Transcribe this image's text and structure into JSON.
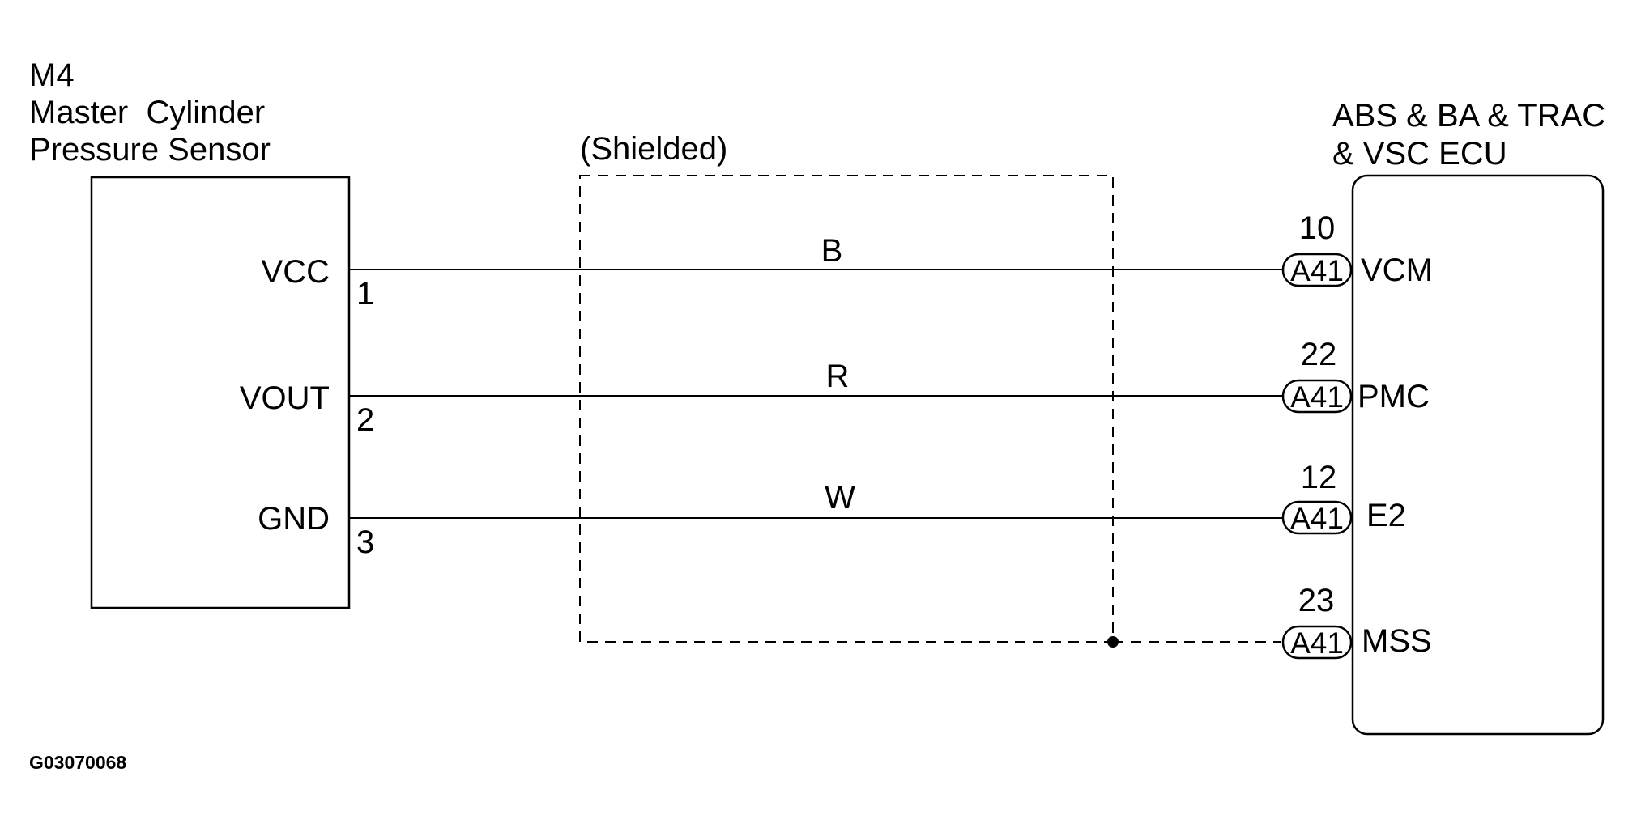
{
  "sensor": {
    "code": "M4",
    "name_line1": "Master  Cylinder",
    "name_line2": "Pressure Sensor",
    "pins": [
      {
        "label": "VCC",
        "number": "1"
      },
      {
        "label": "VOUT",
        "number": "2"
      },
      {
        "label": "GND",
        "number": "3"
      }
    ]
  },
  "shield": {
    "label": "(Shielded)"
  },
  "wires": [
    "B",
    "R",
    "W"
  ],
  "ecu": {
    "name_line1": "ABS & BA & TRAC",
    "name_line2": "& VSC ECU",
    "terminals": [
      {
        "pin": "10",
        "connector": "A41",
        "name": "VCM"
      },
      {
        "pin": "22",
        "connector": "A41",
        "name": "PMC"
      },
      {
        "pin": "12",
        "connector": "A41",
        "name": "E2"
      },
      {
        "pin": "23",
        "connector": "A41",
        "name": "MSS"
      }
    ]
  },
  "figure_code": "G03070068"
}
